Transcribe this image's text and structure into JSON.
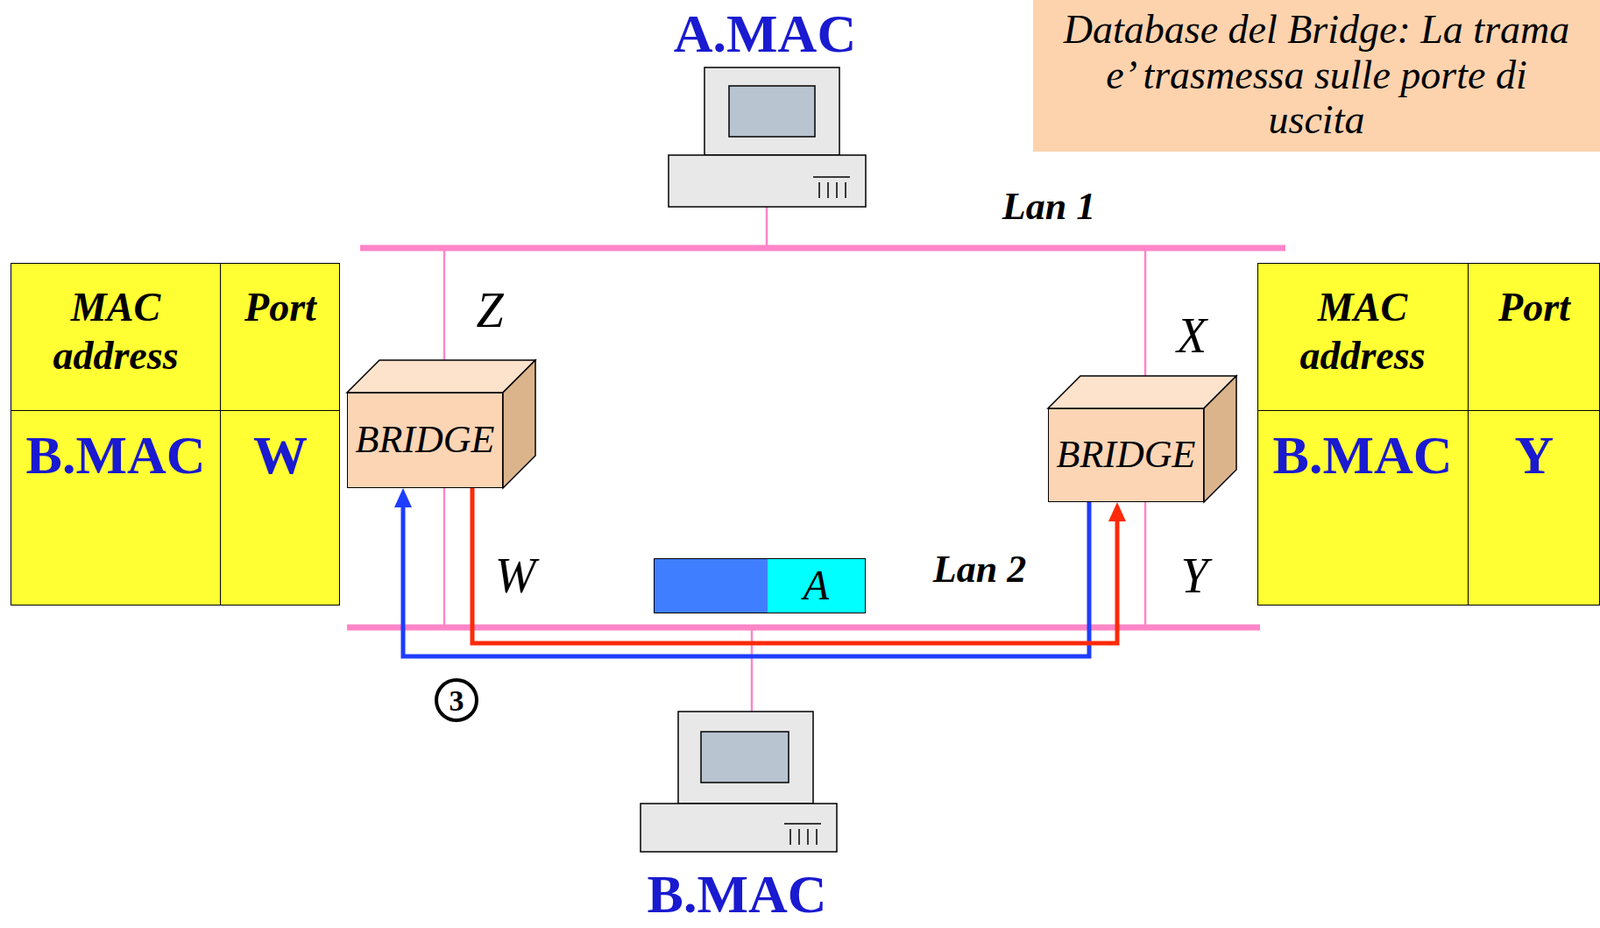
{
  "diagram": {
    "nodes": [
      {
        "text": [
          "Database del Bridge: La trama e’ trasmessa sulle porte di uscita"
        ]
      },
      {
        "text": [
          "MAC address",
          "Port",
          "B.MAC",
          "W"
        ]
      },
      {
        "text": [
          "BRIDGE"
        ]
      },
      {
        "text": [
          "BRIDGE"
        ]
      },
      {
        "text": [
          "MAC address",
          "Port",
          "B.MAC",
          "Y"
        ]
      },
      {
        "text": [
          "A"
        ]
      }
    ],
    "edges": [
      {
        "from": 3,
        "to": 2,
        "arrow": "to"
      },
      {
        "from": 2,
        "to": 3,
        "arrow": "to"
      }
    ],
    "labels": [
      "A.MAC",
      "Lan 1",
      "Z",
      "X",
      "W",
      "Lan 2",
      "Y",
      "3",
      "B.MAC"
    ]
  }
}
